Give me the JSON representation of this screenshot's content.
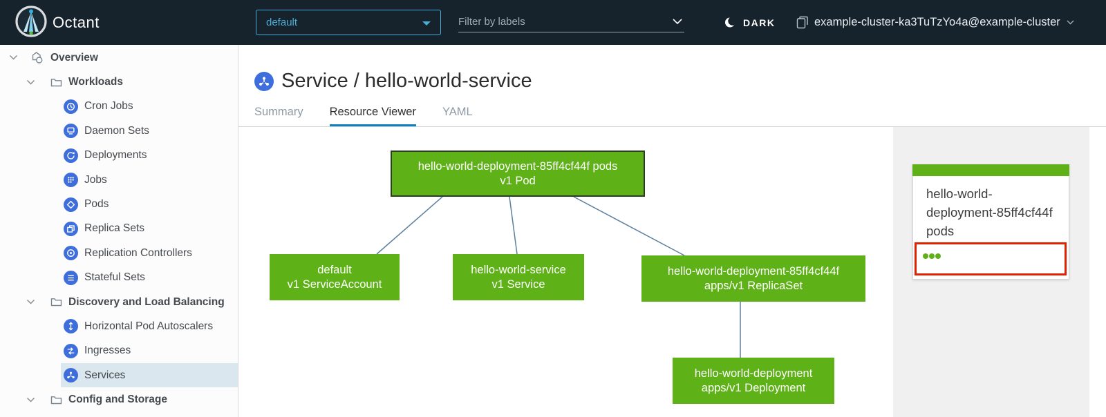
{
  "colors": {
    "header_bg": "#16232d",
    "accent_blue": "#49afd9",
    "node_green": "#5eb217",
    "edge_blue": "#5d7f9e",
    "alert_red": "#e02200",
    "resource_icon_blue": "#3d6edb",
    "active_tab_underline": "#1180bd",
    "active_sidebar_item_bg": "#dbe7ee"
  },
  "header": {
    "app_title": "Octant",
    "namespace_dropdown": {
      "value": "default"
    },
    "filter_input": {
      "placeholder": "Filter by labels"
    },
    "theme_toggle_label": "DARK",
    "cluster_selector": {
      "value": "example-cluster-ka3TuTzYo4a@example-cluster"
    }
  },
  "sidebar": {
    "items": [
      {
        "label": "Overview",
        "level": 0,
        "icon": "objects-icon"
      },
      {
        "label": "Workloads",
        "level": 1,
        "icon": "folder-icon"
      },
      {
        "label": "Cron Jobs",
        "level": 2,
        "icon": "cron-jobs-icon"
      },
      {
        "label": "Daemon Sets",
        "level": 2,
        "icon": "daemon-sets-icon"
      },
      {
        "label": "Deployments",
        "level": 2,
        "icon": "deployments-icon"
      },
      {
        "label": "Jobs",
        "level": 2,
        "icon": "jobs-icon"
      },
      {
        "label": "Pods",
        "level": 2,
        "icon": "pods-icon"
      },
      {
        "label": "Replica Sets",
        "level": 2,
        "icon": "replica-sets-icon"
      },
      {
        "label": "Replication Controllers",
        "level": 2,
        "icon": "replication-controllers-icon"
      },
      {
        "label": "Stateful Sets",
        "level": 2,
        "icon": "stateful-sets-icon"
      },
      {
        "label": "Discovery and Load Balancing",
        "level": 1,
        "icon": "folder-icon"
      },
      {
        "label": "Horizontal Pod Autoscalers",
        "level": 2,
        "icon": "hpa-icon"
      },
      {
        "label": "Ingresses",
        "level": 2,
        "icon": "ingresses-icon"
      },
      {
        "label": "Services",
        "level": 2,
        "icon": "services-icon",
        "active": true
      },
      {
        "label": "Config and Storage",
        "level": 1,
        "icon": "folder-icon"
      }
    ]
  },
  "main": {
    "page_title": "Service / hello-world-service",
    "tabs": [
      {
        "label": "Summary",
        "active": false
      },
      {
        "label": "Resource Viewer",
        "active": true
      },
      {
        "label": "YAML",
        "active": false
      }
    ]
  },
  "graph": {
    "nodes": [
      {
        "name": "hello-world-deployment-85ff4cf44f pods",
        "kind": "v1 Pod",
        "selected": true
      },
      {
        "name": "default",
        "kind": "v1 ServiceAccount",
        "selected": false
      },
      {
        "name": "hello-world-service",
        "kind": "v1 Service",
        "selected": false
      },
      {
        "name": "hello-world-deployment-85ff4cf44f",
        "kind": "apps/v1 ReplicaSet",
        "selected": false
      },
      {
        "name": "hello-world-deployment",
        "kind": "apps/v1 Deployment",
        "selected": false
      }
    ],
    "edges": [
      {
        "from": "hello-world-deployment-85ff4cf44f pods",
        "to": "default"
      },
      {
        "from": "hello-world-deployment-85ff4cf44f pods",
        "to": "hello-world-service"
      },
      {
        "from": "hello-world-deployment-85ff4cf44f pods",
        "to": "hello-world-deployment-85ff4cf44f"
      },
      {
        "from": "hello-world-deployment-85ff4cf44f",
        "to": "hello-world-deployment"
      }
    ]
  },
  "detail_panel": {
    "title": "hello-world-deployment-85ff4cf44f pods",
    "pod_count": 3
  }
}
